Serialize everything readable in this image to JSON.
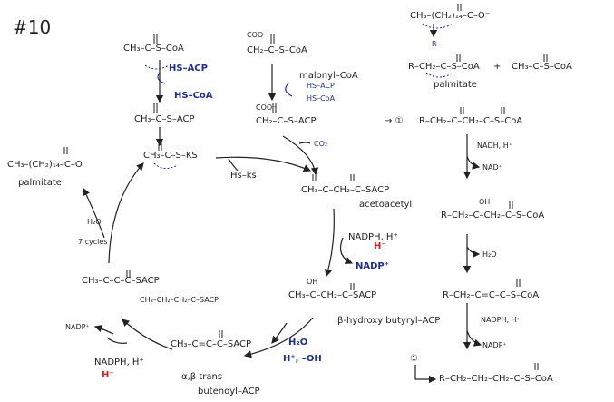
{
  "page_number": "#10",
  "colors": {
    "ink": "#222222",
    "reagent": "#1f2f8a",
    "highlight": "#d42020"
  },
  "left_cycle": {
    "acetyl_coa": "CH₃–C–S–CoA",
    "hs_acp": "HS–ACP",
    "hs_coa": "HS–CoA",
    "acetyl_acp": "CH₃–C–S–ACP",
    "acetyl_ks": "CH₃–C–S–KS",
    "hs_ks": "Hs–ks",
    "malonyl_coa": "CH₂–C–S–CoA",
    "coo_minus": "COO⁻",
    "malonyl_coa_label": "malonyl–CoA",
    "malonyl_acp": "CH₂–C–S–ACP",
    "co2": "CO₂",
    "acetoacetyl_acp": "CH₃–C–CH₂–C–SACP",
    "acetoacetyl_label": "acetoacetyl",
    "nadph_h": "NADPH, H⁺",
    "nadp_plus": "NADP⁺",
    "hydroxybutyryl_acp": "CH₃–C–CH₂–C–SACP",
    "hydroxybutyryl_label": "β-hydroxy butyryl–ACP",
    "oh": "OH",
    "water_out": "H₂O",
    "h_oh": "H⁺, –OH",
    "trans_butenoyl_acp": "CH₃–C=C–C–SACP",
    "trans_label_1": "α,β trans",
    "trans_label_2": "butenoyl–ACP",
    "nadph_h_2": "NADPH, H⁺",
    "nadp_2": "NADP⁺",
    "red_h": "H⁻",
    "butyryl_acp": "CH₃–C–C–C–SACP",
    "butyryl_acp_condensed": "CH₃–CH₂–CH₂–C–SACP",
    "seven_cycles": "7 cycles",
    "h2o": "H₂O",
    "palmitate": "CH₃–(CH₂)₁₄–C–O⁻",
    "palmitate_label": "palmitate"
  },
  "right_panel": {
    "palmitate_top": "CH₃–(CH₂)₁₄–C–O⁻",
    "r_label": "R",
    "r_ketoacyl": "R–CH₂–C–S–CoA",
    "plus": "+",
    "acetyl_coa": "CH₃–C–S–CoA",
    "palmitate_label": "palmitate",
    "step1_marker": "→ ①",
    "step1_compound": "R–CH₂–C–CH₂–C–S–CoA",
    "nadh_h": "NADH, H⁺",
    "nad_plus": "NAD⁺",
    "hydroxy_compound": "R–CH₂–C–CH₂–C–S–CoA",
    "water_out": "H₂O",
    "enoyl_compound": "R–CH₂–C=C–C–S–CoA",
    "nadph_h": "NADPH, H⁺",
    "nadp_plus": "NADP⁺",
    "step1_return": "①",
    "final_compound": "R–CH₂–CH₂–CH₂–C–S–CoA"
  }
}
